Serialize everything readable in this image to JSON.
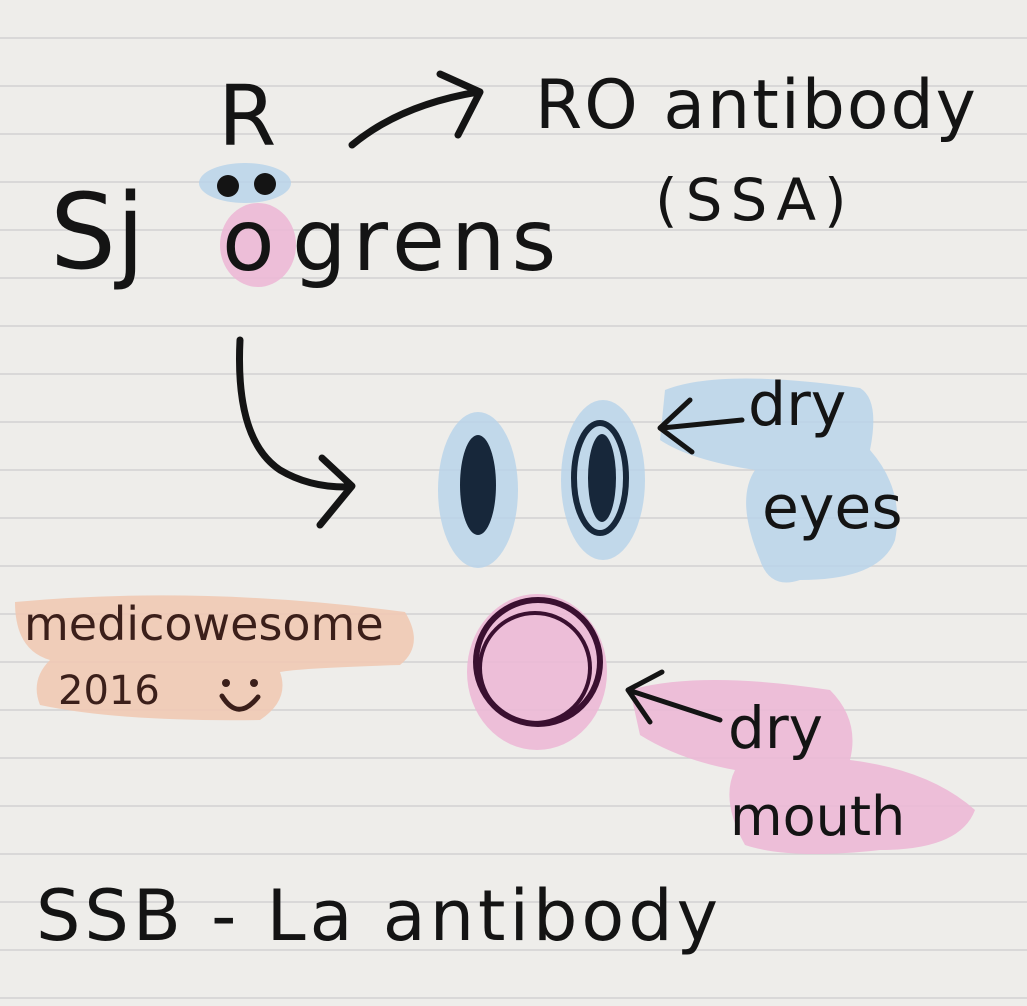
{
  "note": {
    "letter_r": "R",
    "ro_antibody": "RO antibody",
    "ssa": "(SSA)",
    "title_prefix": "Sj",
    "title_o": "o",
    "title_suffix": "grens",
    "dry_eyes_line1": "dry",
    "dry_eyes_line2": "eyes",
    "dry_mouth_line1": "dry",
    "dry_mouth_line2": "mouth",
    "signature_line1": "medicowesome",
    "signature_line2": "2016",
    "ssb": "SSB - La antibody"
  },
  "colors": {
    "paper": "#eeedea",
    "rule_line": "#d2d2d2",
    "ink": "#141414",
    "blue_highlight": "#b8d3ea",
    "pink_highlight": "#ecb8d6",
    "peach_highlight": "#f0c9b4",
    "mouth_ink": "#3a1030",
    "signature_ink": "#3b1f1a"
  },
  "icons": [
    "arrow-icon",
    "eye-icon",
    "mouth-icon",
    "smiley-icon"
  ]
}
